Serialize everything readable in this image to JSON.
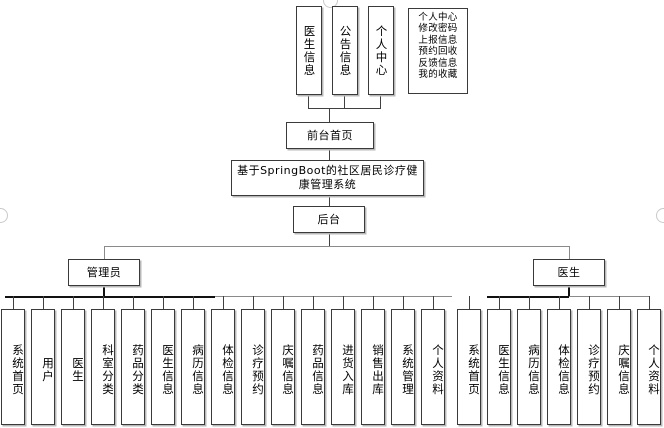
{
  "diagram": {
    "type": "system-architecture-tree",
    "title": "基于SpringBoot的社区居民诊疗健康管理系统",
    "root_label": "基于SpringBoot的社区居民诊疗健康管理系统",
    "frontend_label": "前台首页",
    "backend_label": "后台",
    "admin_label": "管理员",
    "doctor_label": "医生"
  },
  "frontend": {
    "nodes": [
      {
        "label": "医生信息"
      },
      {
        "label": "公告信息"
      },
      {
        "label": "个人中心"
      }
    ],
    "personal_center_box": {
      "items": [
        "个人中心",
        "修改密码",
        "上报信息",
        "预约回收",
        "反馈信息",
        "我的收藏"
      ]
    }
  },
  "admin": {
    "label": "管理员",
    "nodes": [
      {
        "label": "系统首页"
      },
      {
        "label": "用户"
      },
      {
        "label": "医生"
      },
      {
        "label": "科室分类"
      },
      {
        "label": "药品分类"
      },
      {
        "label": "医生信息"
      },
      {
        "label": "病历信息"
      },
      {
        "label": "体检信息"
      },
      {
        "label": "诊疗预约"
      },
      {
        "label": "庆嘱信息"
      },
      {
        "label": "药品信息"
      },
      {
        "label": "进货入库"
      },
      {
        "label": "销售出库"
      },
      {
        "label": "系统管理"
      },
      {
        "label": "个人资料"
      }
    ]
  },
  "doctor": {
    "label": "医生",
    "nodes": [
      {
        "label": "系统首页"
      },
      {
        "label": "医生信息"
      },
      {
        "label": "病历信息"
      },
      {
        "label": "体检信息"
      },
      {
        "label": "诊疗预约"
      },
      {
        "label": "庆嘱信息"
      },
      {
        "label": "个人资料"
      }
    ]
  },
  "colors": {
    "line": "#404040",
    "line_bold": "#111111",
    "line_grey": "#8a8a8a",
    "border": "#3a3a3a",
    "background": "#ffffff",
    "text": "#000000"
  }
}
